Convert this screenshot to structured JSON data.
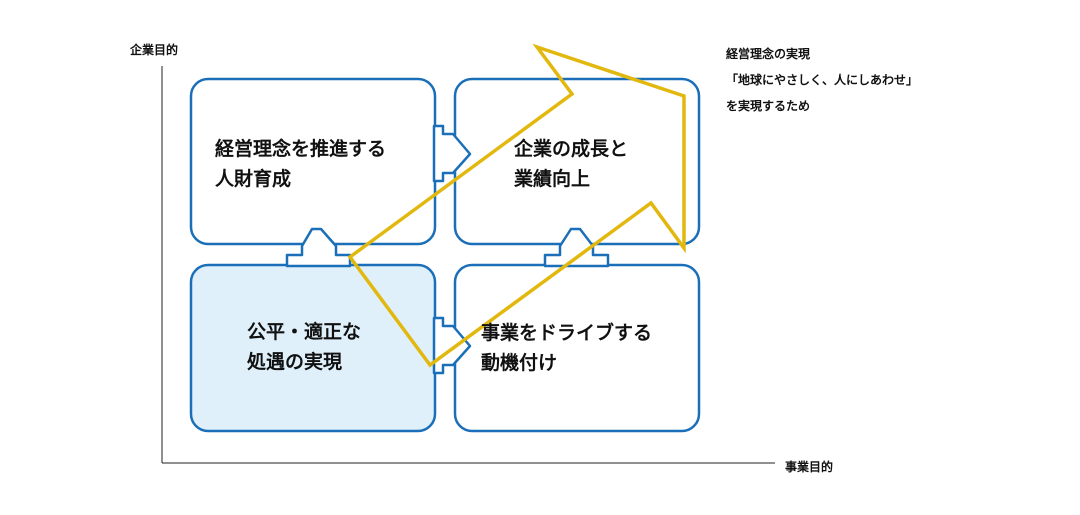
{
  "axes": {
    "y_label": "企業目的",
    "x_label": "事業目的"
  },
  "note": {
    "line1": "経営理念の実現",
    "line2": "「地球にやさしく、人にしあわせ」",
    "line3": "を実現するため"
  },
  "boxes": {
    "top_left": {
      "line1": "経営理念を推進する",
      "line2": "人財育成"
    },
    "top_right": {
      "line1": "企業の成長と",
      "line2": "業績向上"
    },
    "bottom_left": {
      "line1": "公平・適正な",
      "line2": "処遇の実現"
    },
    "bottom_right": {
      "line1": "事業をドライブする",
      "line2": "動機付け"
    }
  },
  "colors": {
    "box_border": "#1a6fb8",
    "box_fill": "#ffffff",
    "highlight_fill": "#dff0fa",
    "zigzag": "#e2b80e",
    "axis": "#222222"
  }
}
